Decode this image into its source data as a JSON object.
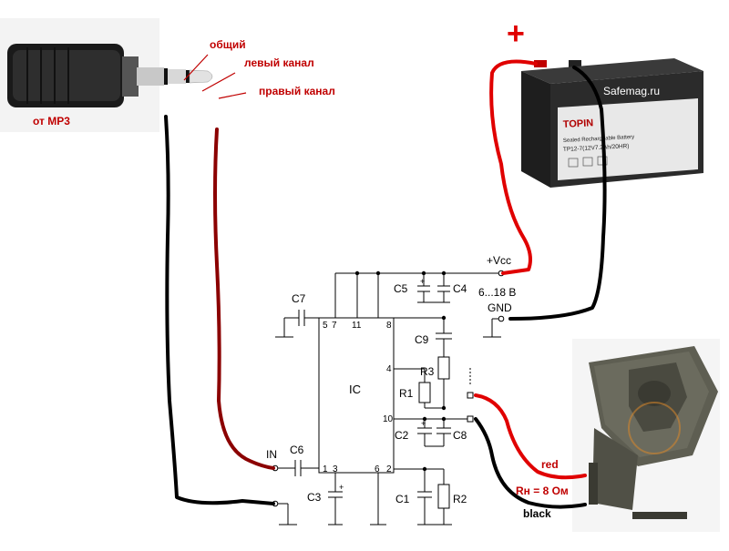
{
  "jack": {
    "source_label": "от MP3",
    "common_label": "общий",
    "left_label": "левый канал",
    "right_label": "правый канал"
  },
  "battery": {
    "plus_sign": "+",
    "watermark": "Safemag.ru",
    "brand": "TOPIN",
    "model": "TP12-7(12V7.2Ah/20HR)",
    "subtitle": "Sealed Rechargeable Battery"
  },
  "schematic": {
    "vcc_label": "+Vcc",
    "voltage_range": "6...18 В",
    "gnd_label": "GND",
    "in_label": "IN",
    "ic_label": "IC",
    "pins": {
      "p5": "5",
      "p7": "7",
      "p11": "11",
      "p8": "8",
      "p4": "4",
      "p10": "10",
      "p1": "1",
      "p3": "3",
      "p6": "6",
      "p2": "2"
    },
    "components": {
      "c7": "C7",
      "c5": "C5",
      "c4": "C4",
      "c9": "C9",
      "r3": "R3",
      "r1": "R1",
      "c2": "C2",
      "c8": "C8",
      "c6": "C6",
      "c3": "C3",
      "c1": "C1",
      "r2": "R2"
    },
    "plus_mark": "+"
  },
  "speaker": {
    "red_label": "red",
    "load_label": "Rн = 8 Ом",
    "black_label": "black"
  },
  "colors": {
    "red_wire": "#e00000",
    "dark_red_wire": "#8b0000",
    "black_wire": "#000000",
    "speaker_body": "#5a5a4e",
    "battery_body": "#2b2b2b"
  }
}
